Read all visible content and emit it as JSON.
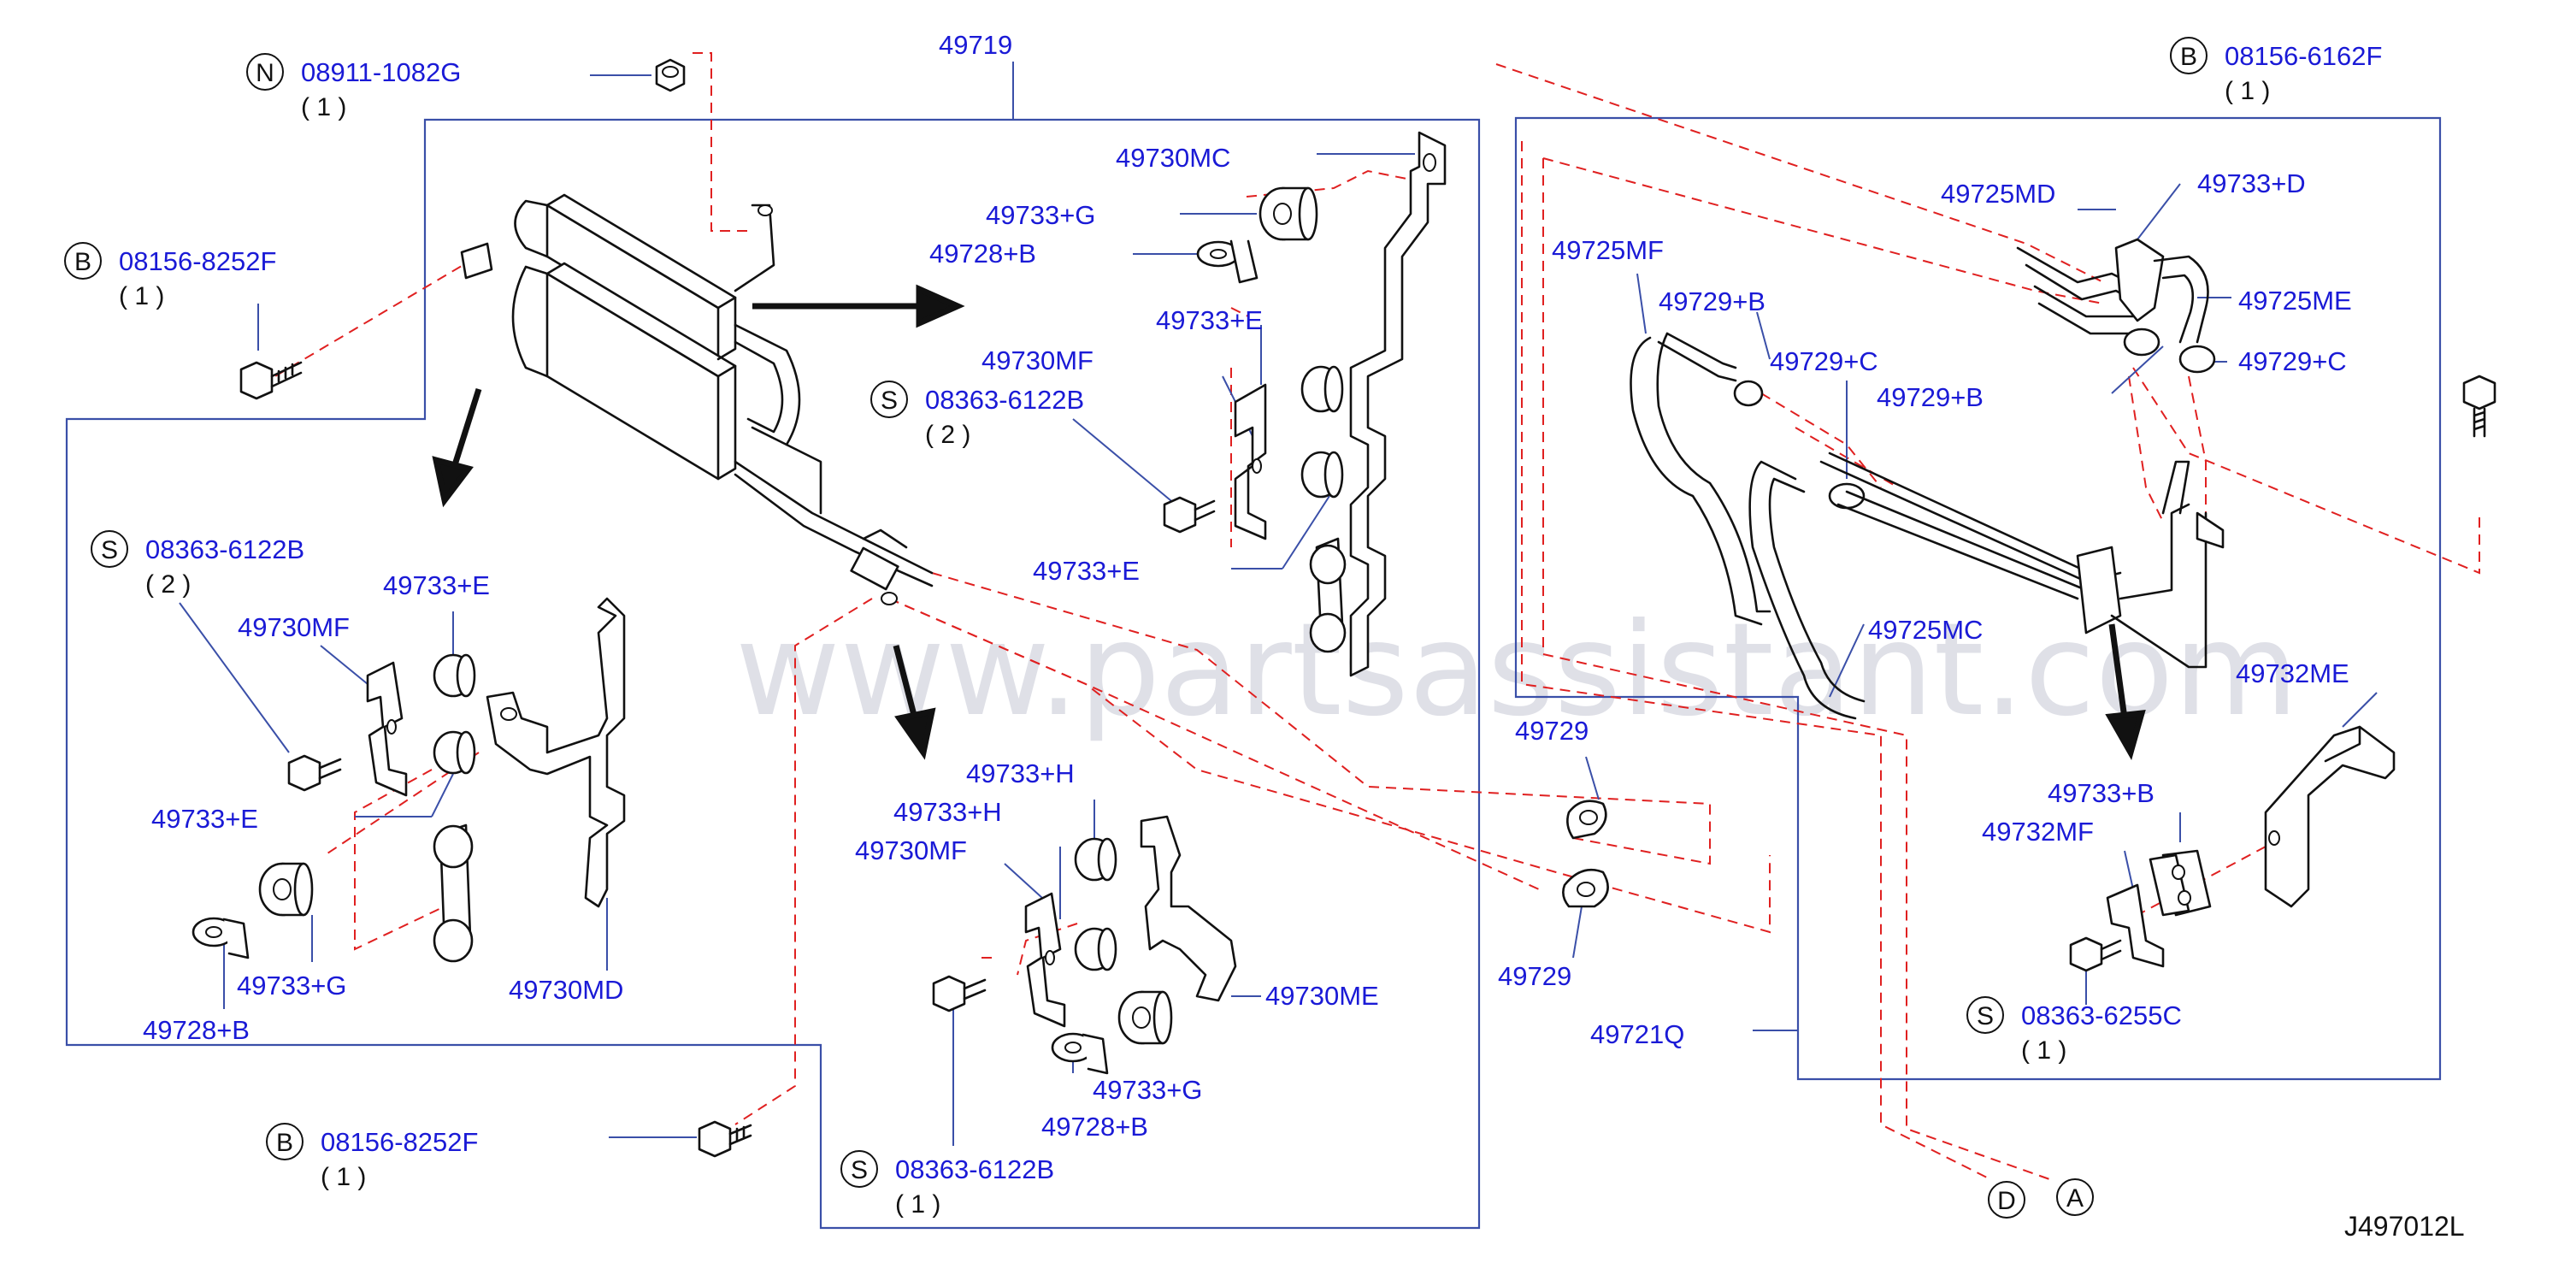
{
  "reference_code": "J497012L",
  "watermark": "www.partsassistant.com",
  "colors": {
    "label": "#1a1ad6",
    "leader": "#3a4fa8",
    "dashed": "#e02020",
    "line_art": "#111111"
  },
  "labels": {
    "p49719": "49719",
    "p49730MC": "49730MC",
    "p49733G_top": "49733+G",
    "p49728B_top": "49728+B",
    "p49733E_top": "49733+E",
    "p49730MF_top": "49730MF",
    "p49733E_mid": "49733+E",
    "p49733E_left": "49733+E",
    "p49730MF_left": "49730MF",
    "p49733E_left2": "49733+E",
    "p49733G_left": "49733+G",
    "p49728B_left": "49728+B",
    "p49730MD": "49730MD",
    "p49733H_a": "49733+H",
    "p49733H_b": "49733+H",
    "p49730MF_bot": "49730MF",
    "p49730ME": "49730ME",
    "p49733G_bot": "49733+G",
    "p49728B_bot": "49728+B",
    "p49725MD": "49725MD",
    "p49733D": "49733+D",
    "p49725MF": "49725MF",
    "p49729B_a": "49729+B",
    "p49725ME": "49725ME",
    "p49729C_a": "49729+C",
    "p49729C_b": "49729+C",
    "p49729B_b": "49729+B",
    "p49725MC": "49725MC",
    "p49729_a": "49729",
    "p49729_b": "49729",
    "p49721Q": "49721Q",
    "p49732ME": "49732ME",
    "p49733B": "49733+B",
    "p49732MF": "49732MF"
  },
  "fasteners": [
    {
      "badge": "N",
      "part": "08911-1082G",
      "qty": "( 1 )"
    },
    {
      "badge": "B",
      "part": "08156-8252F",
      "qty": "( 1 )"
    },
    {
      "badge": "S",
      "part": "08363-6122B",
      "qty": "( 2 )"
    },
    {
      "badge": "S",
      "part": "08363-6122B",
      "qty": "( 2 )"
    },
    {
      "badge": "B",
      "part": "08156-8252F",
      "qty": "( 1 )"
    },
    {
      "badge": "S",
      "part": "08363-6122B",
      "qty": "( 1 )"
    },
    {
      "badge": "B",
      "part": "08156-6162F",
      "qty": "( 1 )"
    },
    {
      "badge": "S",
      "part": "08363-6255C",
      "qty": "( 1 )"
    }
  ],
  "connectors": {
    "d": "D",
    "a": "A"
  }
}
